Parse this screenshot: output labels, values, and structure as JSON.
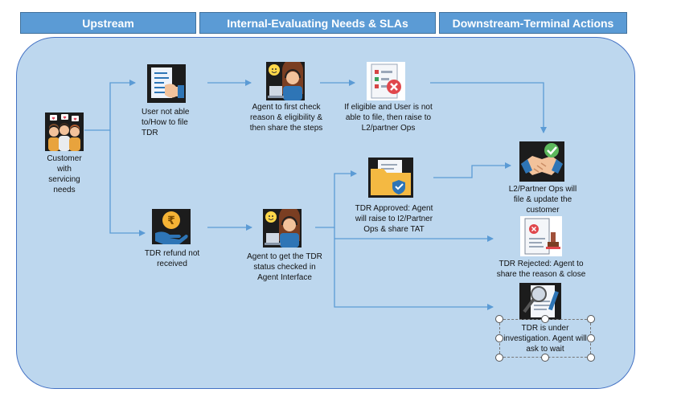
{
  "headers": {
    "upstream": "Upstream",
    "internal": "Internal-Evaluating Needs & SLAs",
    "downstream": "Downstream-Terminal Actions"
  },
  "nodes": {
    "customer": "Customer with servicing needs",
    "user_not_able": "User not able to/How to file TDR",
    "agent_first_check": "Agent to first check reason & eligibility & then share the steps",
    "if_eligible": "If eligible and User is not able to file, then raise to L2/partner Ops",
    "l2_partner_ops": "L2/Partner Ops will file & update the customer",
    "tdr_refund": "TDR refund not received",
    "agent_get_status": "Agent to get the TDR status checked in Agent Interface",
    "tdr_approved": "TDR Approved: Agent will raise to I2/Partner Ops & share TAT",
    "tdr_rejected": "TDR Rejected: Agent to share the reason & close",
    "tdr_investigation": "TDR is under investigation. Agent will ask to wait"
  },
  "icons": {
    "customer": "people-with-hearts-icon",
    "user_not_able": "document-hand-icon",
    "agent_first_check": "agent-headset-laptop-icon",
    "if_eligible": "rejected-checklist-icon",
    "l2_partner_ops": "handshake-check-icon",
    "tdr_refund": "rupee-hand-icon",
    "agent_get_status": "agent-headset-laptop-icon",
    "tdr_approved": "secure-folder-icon",
    "tdr_rejected": "rejected-stamp-document-icon",
    "tdr_investigation": "magnifier-document-icon"
  },
  "colors": {
    "header_fill": "#5b9bd5",
    "panel_fill": "#bdd7ee",
    "panel_border": "#4472c4",
    "arrow": "#5b9bd5",
    "icon_bg": "#1c1c1c"
  }
}
